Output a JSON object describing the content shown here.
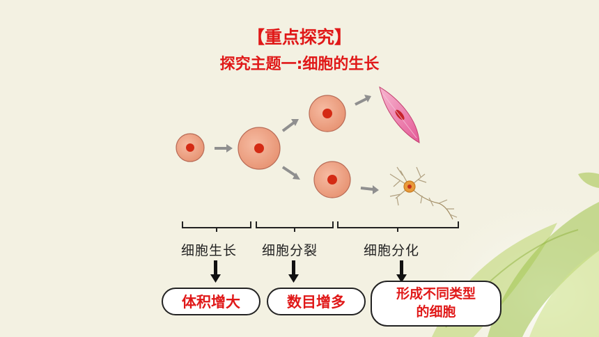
{
  "slide": {
    "heading": "【重点探究】",
    "subheading": "探究主题一:细胞的生长"
  },
  "stages": [
    {
      "label": "细胞生长",
      "result": "体积增大"
    },
    {
      "label": "细胞分裂",
      "result": "数目增多"
    },
    {
      "label": "细胞分化",
      "result_lines": [
        "形成不同类型",
        "的细胞"
      ]
    }
  ],
  "colors": {
    "title": "#e01818",
    "cell_fill": "#eea284",
    "cell_stroke": "#b86a55",
    "nucleus": "#d42a14",
    "arrow": "#8f8f8f",
    "background": "#f3f1e2"
  }
}
